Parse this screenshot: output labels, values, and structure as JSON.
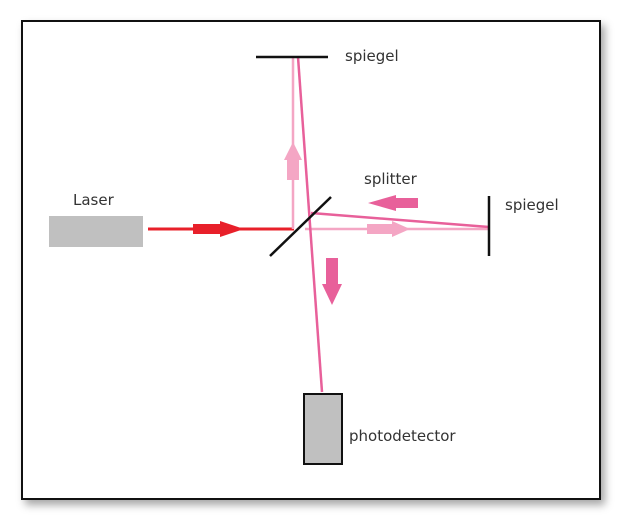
{
  "labels": {
    "laser": "Laser",
    "mirror_top": "spiegel",
    "mirror_right": "spiegel",
    "splitter": "splitter",
    "detector": "photodetector"
  },
  "colors": {
    "laser_beam": "#e8202a",
    "beam_light": "#f4a6c4",
    "beam_dark": "#e8609a",
    "component_gray": "#c0c0c0"
  }
}
